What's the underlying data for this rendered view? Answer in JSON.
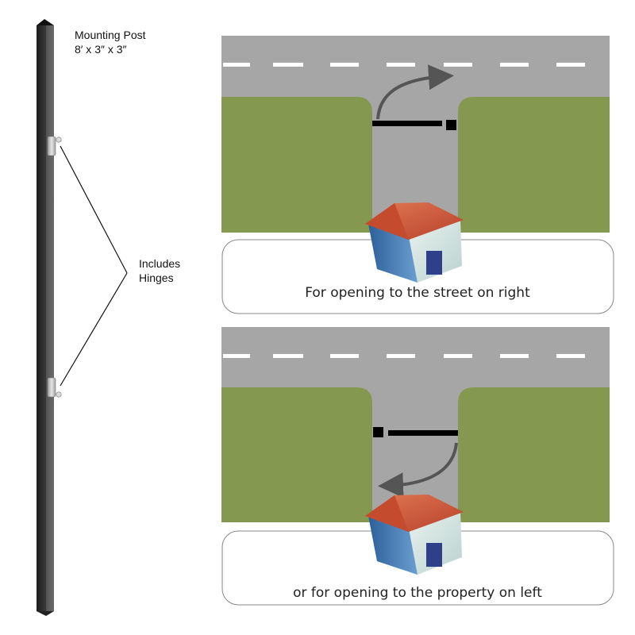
{
  "post": {
    "label_line1": "Mounting Post",
    "label_line2": "8′ x 3″ x 3″"
  },
  "hinges": {
    "label_line1": "Includes",
    "label_line2": "Hinges"
  },
  "panels": [
    {
      "caption": "For opening to the street on right"
    },
    {
      "caption": "or for opening to the property on left"
    }
  ],
  "colors": {
    "road": "#a7a6a6",
    "lawn": "#84984f",
    "post": "#2b2b2b",
    "gate": "#000000",
    "arrow": "#555555",
    "roof": "#cf5a37",
    "house_wall": "#3f78b4",
    "door": "#2f3f8a"
  },
  "icons": [
    "post-icon",
    "hinge-icon",
    "house-icon",
    "gate-arm-icon",
    "swing-arrow-icon"
  ]
}
